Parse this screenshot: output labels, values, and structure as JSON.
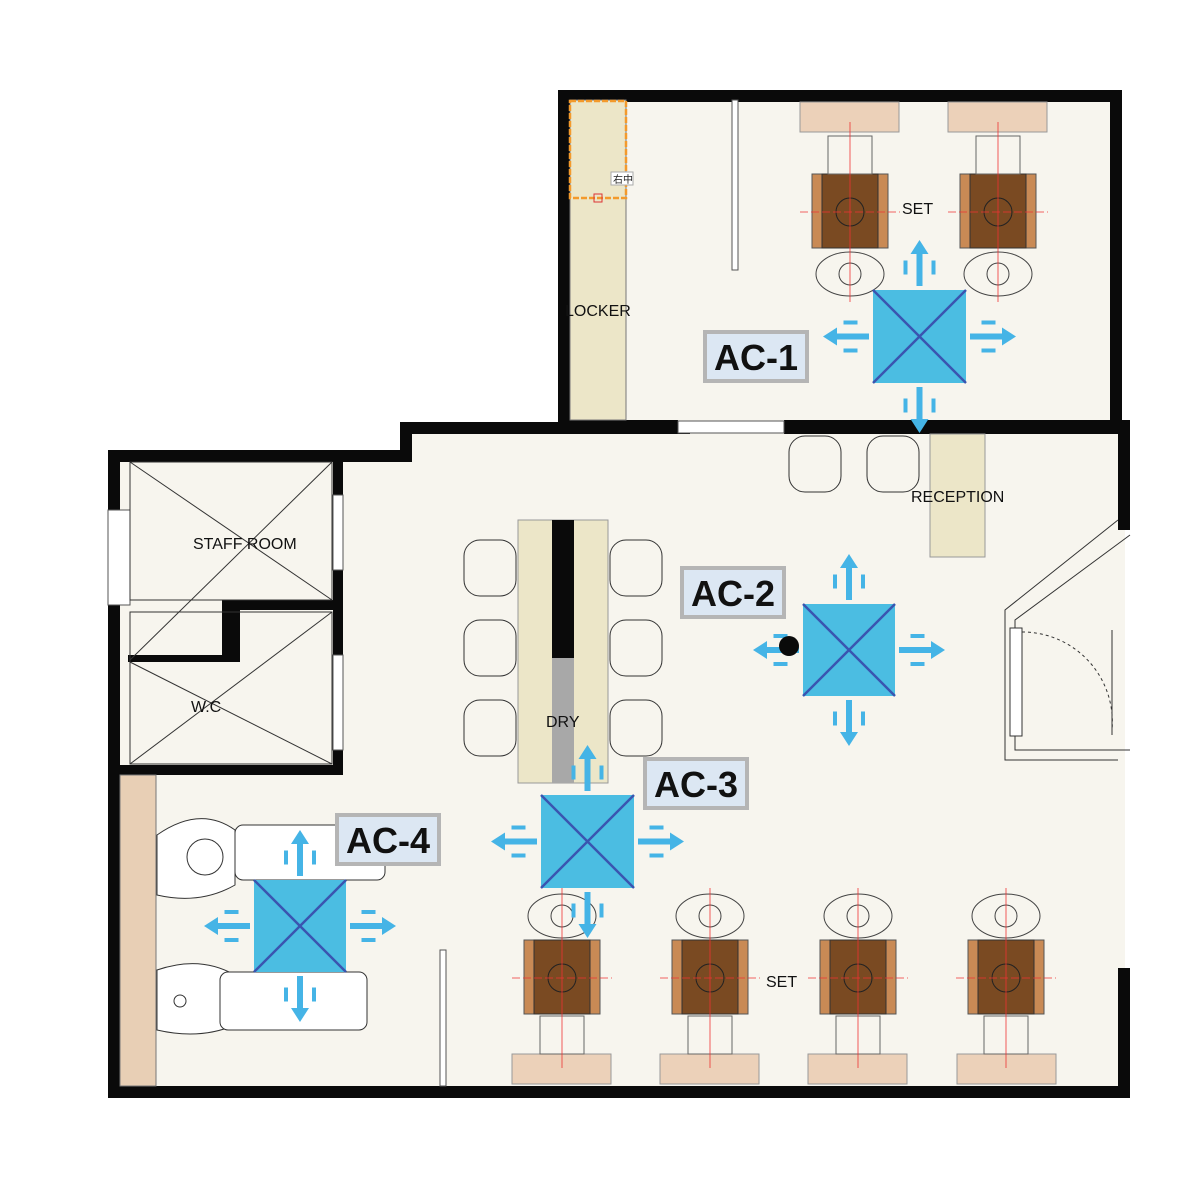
{
  "rooms": {
    "locker": "LOCKER",
    "locker_tag": "右中",
    "set_upper": "SET",
    "reception": "RECEPTION",
    "staff_room": "STAFF ROOM",
    "wc": "W.C",
    "dry": "DRY",
    "set_lower": "SET"
  },
  "ac_units": [
    {
      "label": "AC-1"
    },
    {
      "label": "AC-2"
    },
    {
      "label": "AC-3"
    },
    {
      "label": "AC-4"
    }
  ],
  "colors": {
    "floor": "#f7f5ee",
    "wall": "#0a0a0a",
    "ac_fill": "#4bbde2",
    "ac_cross": "#3a55b0",
    "arrow": "#45b4e6",
    "label_bg": "#dce7f3",
    "label_border": "#b5b5b5",
    "locker": "#ece6c8",
    "mirror": "#ecd1b9",
    "chair": "#7a4a22"
  }
}
